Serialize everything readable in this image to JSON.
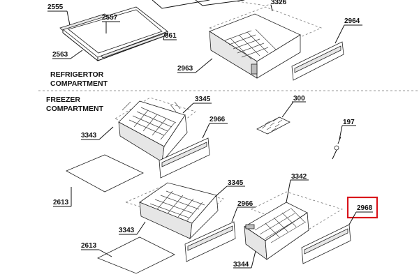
{
  "sections": {
    "refrigerator": [
      "REFRIGERTOR",
      "COMPARTMENT"
    ],
    "freezer": [
      "FREEZER",
      "COMPARTMENT"
    ]
  },
  "part_labels": {
    "p2555": "2555",
    "p2557": "2557",
    "p2563": "2563",
    "p861": "861",
    "p3326": "3326",
    "p2964": "2964",
    "p2963": "2963",
    "p3345_top": "3345",
    "p2966_top": "2966",
    "p3343_top": "3343",
    "p300": "300",
    "p197": "197",
    "p2613_top": "2613",
    "p3345_bottom": "3345",
    "p2966_bottom": "2966",
    "p3342": "3342",
    "p2968": "2968",
    "p3343_bottom": "3343",
    "p2613_bottom": "2613",
    "p3344": "3344"
  },
  "highlight": {
    "part": "2968",
    "color": "#d9141b"
  }
}
